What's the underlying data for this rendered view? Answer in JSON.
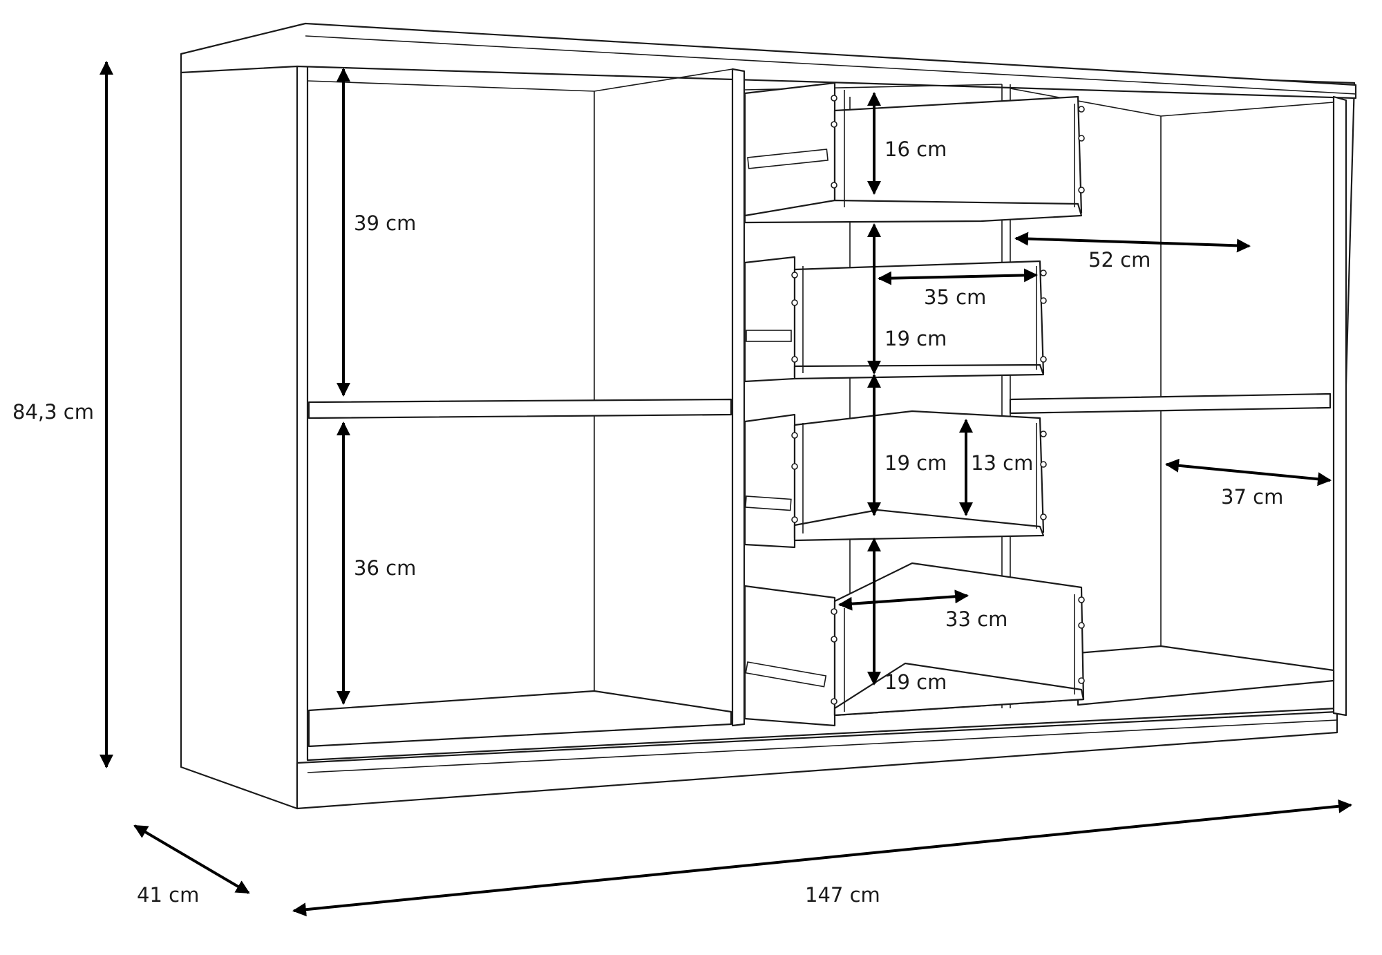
{
  "dimensions": {
    "height": "84,3 cm",
    "depth": "41 cm",
    "width": "147 cm",
    "left_upper_shelf_height": "39 cm",
    "left_lower_shelf_height": "36 cm",
    "drawer_1_height": "16 cm",
    "drawer_2_height": "19 cm",
    "drawer_2_width": "35 cm",
    "drawer_3_height": "19 cm",
    "drawer_3_inner_height": "13 cm",
    "drawer_4_height": "19 cm",
    "drawer_4_width": "33 cm",
    "right_compartment_width": "52 cm",
    "right_compartment_depth": "37 cm"
  },
  "colors": {
    "line": "#1a1a1a",
    "background": "#ffffff"
  }
}
